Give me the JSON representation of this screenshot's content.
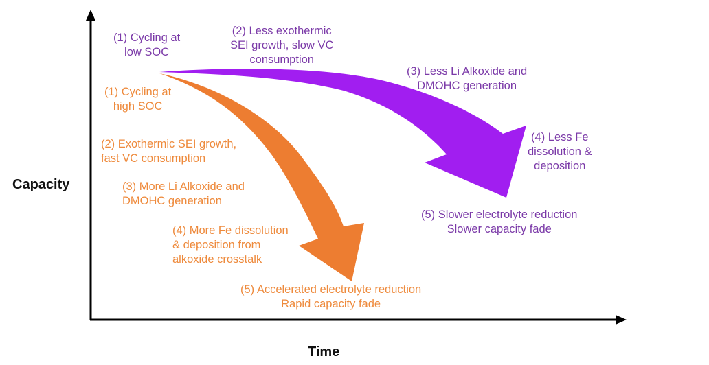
{
  "axes": {
    "y_label": "Capacity",
    "x_label": "Time"
  },
  "colors": {
    "purple_arrow": "#a11ef0",
    "orange_arrow": "#ed7d31",
    "purple_text": "#7b3aa8",
    "orange_text": "#ee8a3c"
  },
  "low_soc": {
    "step1": [
      "(1) Cycling at",
      "low SOC"
    ],
    "step2": [
      "(2) Less exothermic",
      "SEI growth, slow VC",
      "consumption"
    ],
    "step3": [
      "(3) Less Li Alkoxide and",
      "DMOHC generation"
    ],
    "step4": [
      "(4) Less Fe",
      "dissolution &",
      "deposition"
    ],
    "step5": [
      "(5) Slower electrolyte reduction",
      "Slower capacity fade"
    ]
  },
  "high_soc": {
    "step1": [
      "(1) Cycling at",
      "high SOC"
    ],
    "step2": [
      "(2) Exothermic SEI growth,",
      "fast VC consumption"
    ],
    "step3": [
      "(3) More Li Alkoxide and",
      "DMOHC generation"
    ],
    "step4": [
      "(4) More Fe dissolution",
      "& deposition from",
      "alkoxide crosstalk"
    ],
    "step5": [
      "(5) Accelerated electrolyte reduction",
      "Rapid capacity fade"
    ]
  }
}
